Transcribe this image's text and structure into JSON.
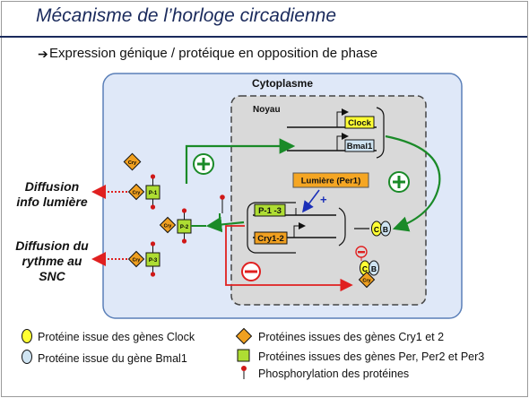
{
  "title": "Mécanisme de l’horloge circadienne",
  "subtitle": "Expression génique / protéique en opposition de phase",
  "compartments": {
    "cytoplasm": "Cytoplasme",
    "nucleus": "Noyau"
  },
  "genes": {
    "clock": "Clock",
    "bmal1": "Bmal1",
    "p13": "P-1 -3",
    "cry12": "Cry1-2"
  },
  "light_box": "Lumière (Per1)",
  "proteins": {
    "cry": "Cry",
    "p1": "P-1",
    "p2": "P-2",
    "p3": "P-3",
    "c": "C",
    "b": "B"
  },
  "signs": {
    "plus": "+",
    "minus": "−",
    "small_plus": "+"
  },
  "side_labels": {
    "diffusion_light": "Diffusion\ninfo lumière",
    "diffusion_rhythm": "Diffusion du\nrythme au\nSNC"
  },
  "legend": {
    "clock": "Protéine issue des gènes Clock",
    "bmal1": "Protéine issue du gène Bmal1",
    "cry": "Protéines issues des gènes Cry1 et 2",
    "per": "Protéines issues des gènes Per, Per2 et Per3",
    "phospho": "Phosphorylation des protéines"
  },
  "colors": {
    "title": "#1a2a5c",
    "cytoplasm_fill": "#dfe8f8",
    "cytoplasm_border": "#5a7fb8",
    "nucleus_fill": "#d9d9d9",
    "clock_yellow": "#ffff33",
    "bmal1_blue": "#cfe4f2",
    "cry_orange": "#f0a020",
    "per_green": "#aedd33",
    "green_arrow": "#1a8a28",
    "red_arrow": "#e02020",
    "phospho_red": "#d01818"
  }
}
